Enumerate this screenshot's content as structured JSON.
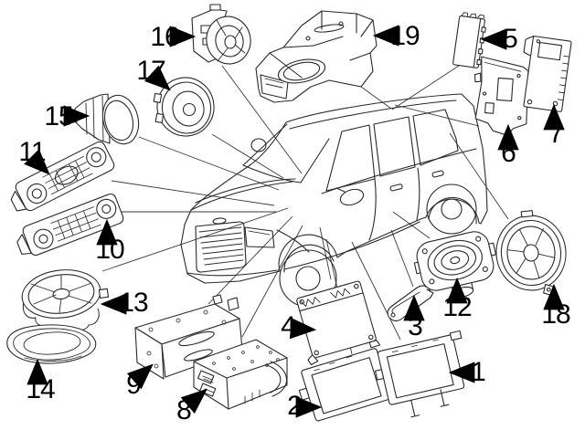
{
  "diagram": {
    "kind": "exploded-parts-diagram",
    "background_color": "#ffffff",
    "line_color": "#2a2a2a",
    "label_color": "#000000",
    "callouts": [
      {
        "label": "1",
        "part": "display-unit"
      },
      {
        "label": "2",
        "part": "display-unit"
      },
      {
        "label": "3",
        "part": "support-bracket-handle"
      },
      {
        "label": "4",
        "part": "control-module"
      },
      {
        "label": "5",
        "part": "control-module"
      },
      {
        "label": "6",
        "part": "mounting-bracket-plate"
      },
      {
        "label": "7",
        "part": "amplifier"
      },
      {
        "label": "8",
        "part": "radio-head-unit"
      },
      {
        "label": "9",
        "part": "mounting-cage-bracket"
      },
      {
        "label": "10",
        "part": "control-panel"
      },
      {
        "label": "11",
        "part": "control-panel"
      },
      {
        "label": "12",
        "part": "door-speaker"
      },
      {
        "label": "13",
        "part": "subwoofer-speaker"
      },
      {
        "label": "14",
        "part": "speaker-trim-tray"
      },
      {
        "label": "15",
        "part": "tweeter-speaker"
      },
      {
        "label": "16",
        "part": "speaker-with-bracket"
      },
      {
        "label": "17",
        "part": "door-speaker"
      },
      {
        "label": "18",
        "part": "rear-speaker"
      },
      {
        "label": "19",
        "part": "subwoofer-enclosure"
      }
    ]
  }
}
